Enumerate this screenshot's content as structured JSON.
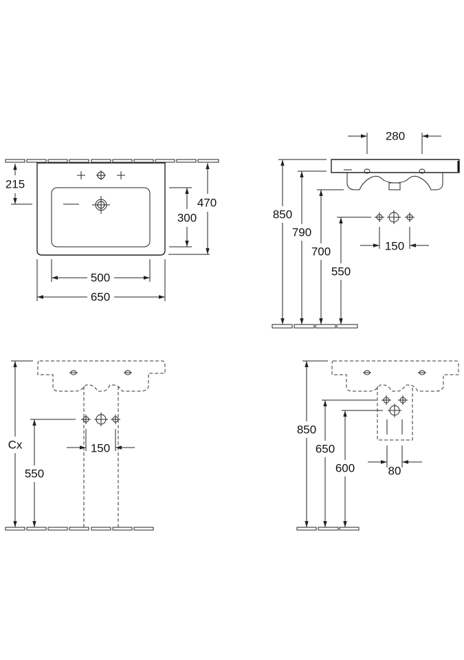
{
  "views": {
    "top_view": {
      "depth_to_drain": "215",
      "bowl_depth": "300",
      "total_depth": "470",
      "bowl_width": "500",
      "total_width": "650"
    },
    "side_view": {
      "tap_hole_spacing": "280",
      "height_top": "850",
      "height_overflow": "790",
      "height_bottom": "700",
      "height_valves": "550",
      "valve_spacing": "150"
    },
    "pedestal_view": {
      "height_variable": "Cx",
      "height_valves": "550",
      "valve_spacing": "150"
    },
    "semi_pedestal_view": {
      "height_top": "850",
      "height_valves": "650",
      "height_waste": "600",
      "siphon_spacing": "80"
    }
  },
  "colors": {
    "line": "#222222",
    "background": "#ffffff"
  }
}
